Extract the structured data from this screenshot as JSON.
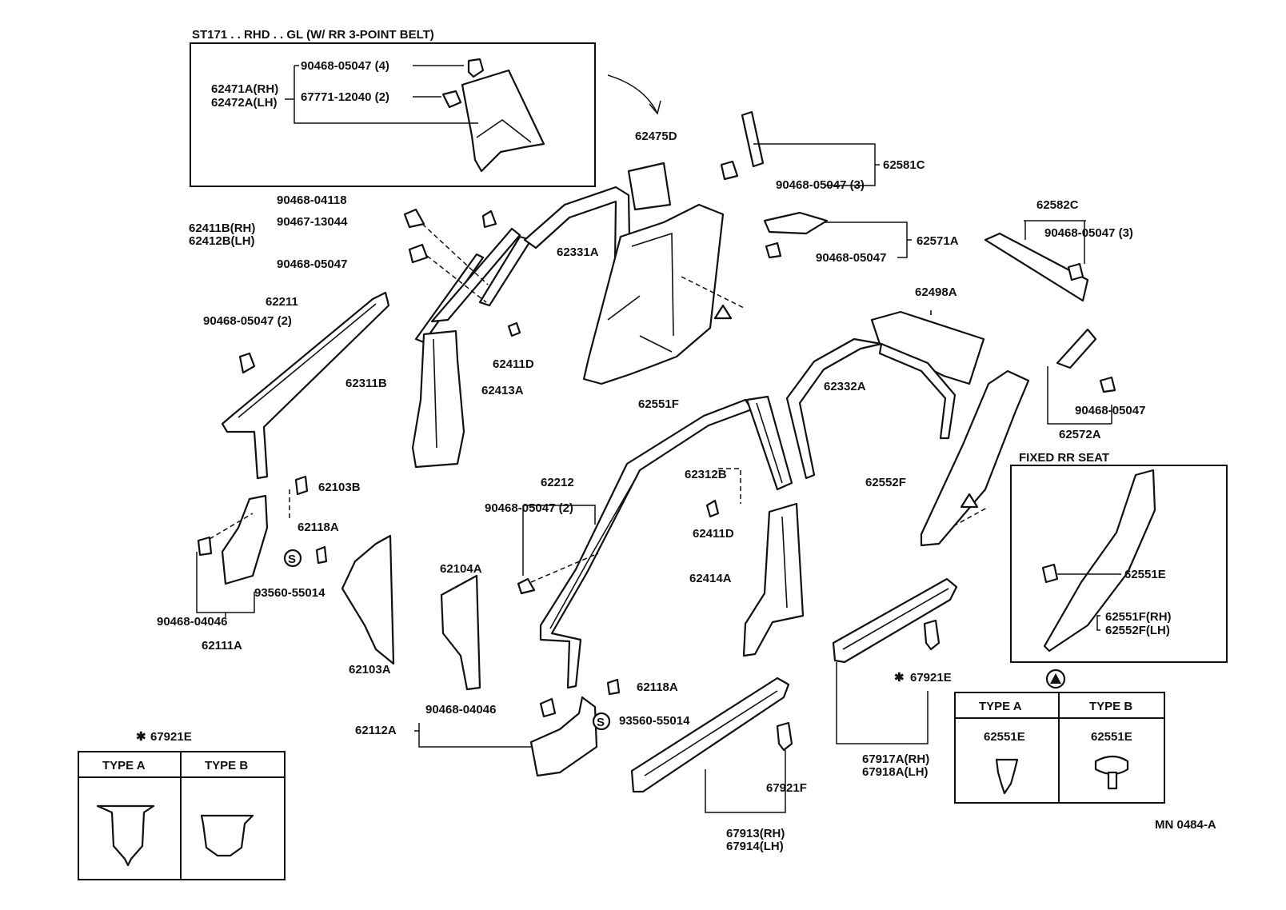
{
  "inset_rhd": {
    "title": "ST171 . . RHD . . GL (W/ RR 3-POINT BELT)",
    "label_a": "90468-05047 (4)",
    "label_b": "67771-12040 (2)",
    "label_rh": "62471A(RH)",
    "label_lh": "62472A(LH)"
  },
  "labels": {
    "l62475D": "62475D",
    "l62581C": "62581C",
    "l90468_05047_3a": "90468-05047 (3)",
    "l90468_04118": "90468-04118",
    "l90467_13044": "90467-13044",
    "l62411B": "62411B(RH)",
    "l62412B": "62412B(LH)",
    "l90468_05047_a": "90468-05047",
    "l62331A": "62331A",
    "l62571A": "62571A",
    "l90468_05047_b": "90468-05047",
    "l62582C": "62582C",
    "l90468_05047_3b": "90468-05047 (3)",
    "l62211": "62211",
    "l90468_05047_2a": "90468-05047 (2)",
    "l62311B": "62311B",
    "l62411D_a": "62411D",
    "l62413A": "62413A",
    "l62551F": "62551F",
    "l62498A": "62498A",
    "l62332A": "62332A",
    "l90468_05047_c": "90468-05047",
    "l62572A": "62572A",
    "l62103B": "62103B",
    "l62118A_a": "62118A",
    "l93560_55014_a": "93560-55014",
    "l90468_04046_a": "90468-04046",
    "l62111A": "62111A",
    "l62103A": "62103A",
    "l62212": "62212",
    "l90468_05047_2b": "90468-05047 (2)",
    "l62104A": "62104A",
    "l62312B": "62312B",
    "l62411D_b": "62411D",
    "l62414A": "62414A",
    "l62552F": "62552F",
    "l62118A_b": "62118A",
    "l90468_04046_b": "90468-04046",
    "l93560_55014_b": "93560-55014",
    "l62112A": "62112A",
    "l67921E": "67921E",
    "l67917A": "67917A(RH)",
    "l67918A": "67918A(LH)",
    "l67921F": "67921F",
    "l67913": "67913(RH)",
    "l67914": "67914(LH)",
    "mn": "MN 0484-A"
  },
  "inset_seat": {
    "title": "FIXED RR SEAT",
    "l62551E": "62551E",
    "l62551F": "62551F(RH)",
    "l62552F": "62552F(LH)"
  },
  "type_table_right": {
    "col_a": "TYPE A",
    "col_b": "TYPE B",
    "part_a": "62551E",
    "part_b": "62551E"
  },
  "type_table_left": {
    "caption": "67921E",
    "col_a": "TYPE A",
    "col_b": "TYPE B"
  },
  "symbols": {
    "s_mark": "S",
    "asterisk": "✱"
  }
}
